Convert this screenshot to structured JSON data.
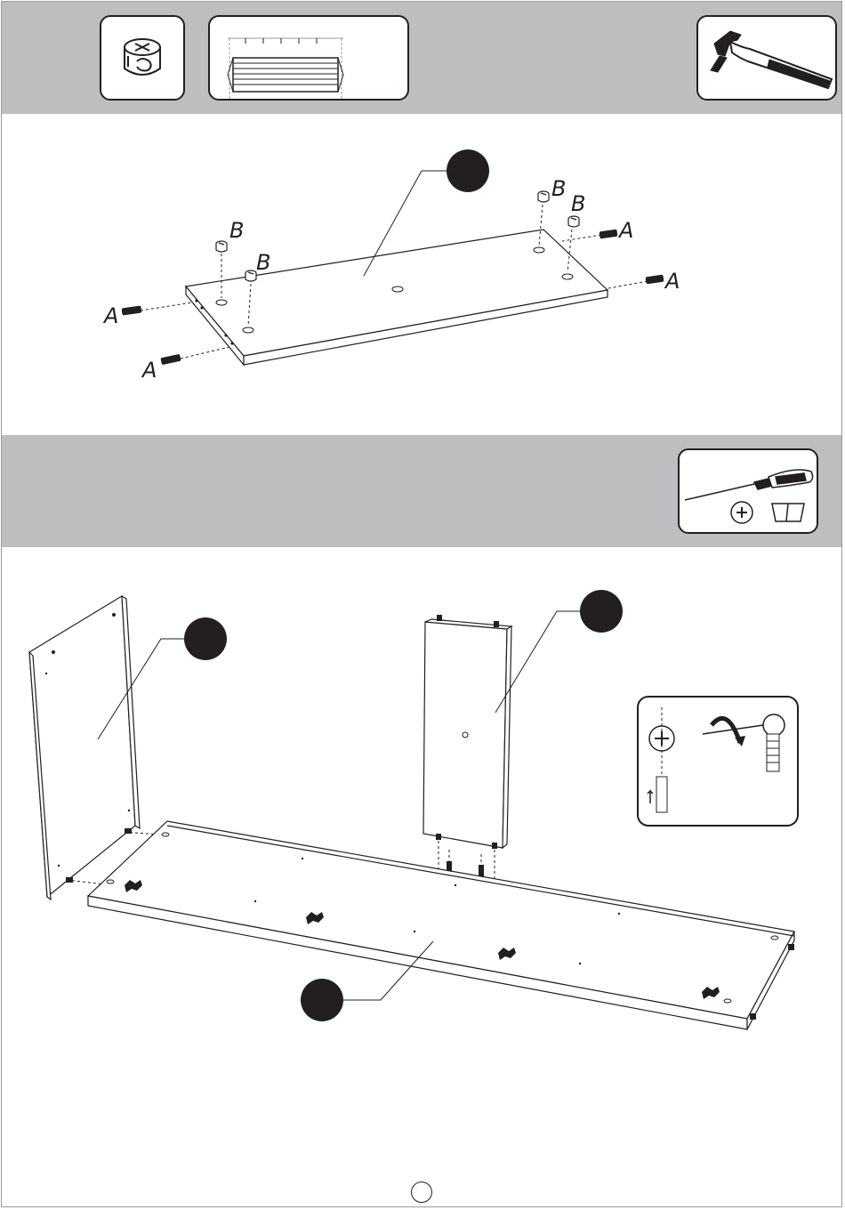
{
  "step1": {
    "tools": [
      {
        "id": "cam-lock",
        "icon": "cam-lock-icon"
      },
      {
        "id": "dowel",
        "icon": "wooden-dowel-icon"
      },
      {
        "id": "hammer",
        "icon": "hammer-icon"
      }
    ],
    "labels": {
      "a1": "A",
      "a2": "A",
      "a3": "A",
      "a4": "A",
      "b1": "B",
      "b2": "B",
      "b3": "B",
      "b4": "B"
    },
    "panel_marker": "callout-dot"
  },
  "step2": {
    "tools": [
      {
        "id": "screwdriver",
        "icon": "screwdriver-icon"
      }
    ],
    "detail_inset": "cam-lock-rotation-detail",
    "markers": [
      "side-panel",
      "middle-panel",
      "bottom-panel"
    ]
  },
  "colors": {
    "band": "#bcbec0",
    "ink": "#231f20",
    "marker": "#231f20",
    "paper": "#ffffff"
  }
}
